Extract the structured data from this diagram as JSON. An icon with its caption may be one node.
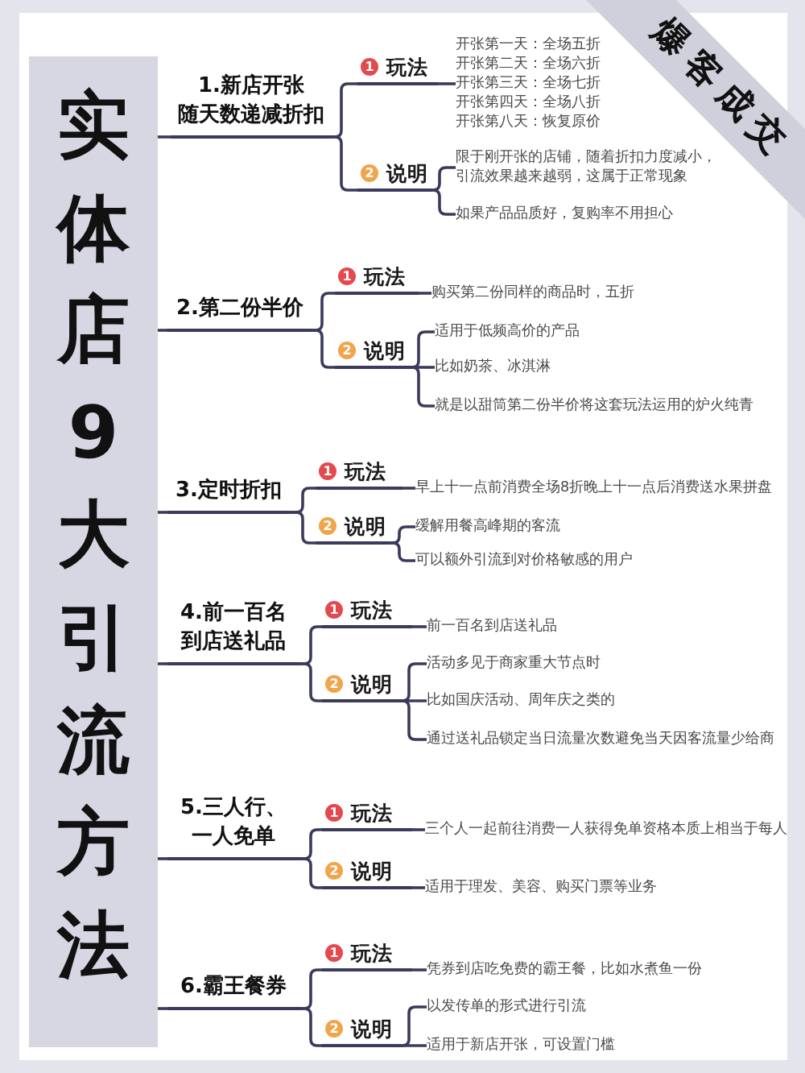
{
  "diagram": {
    "nodes": [
      {
        "text": [
          "实体店9大引流方法"
        ]
      },
      {
        "text": [
          "爆客成交"
        ]
      },
      {
        "text": [
          "1.新店开张随天数递减折扣"
        ]
      },
      {
        "text": [
          "1",
          "玩法"
        ]
      },
      {
        "text": [
          "2",
          "说明"
        ]
      },
      {
        "text": [
          "开张第一天：全场五折",
          "开张第二天：全场六折",
          "开张第三天：全场七折",
          "开张第四天：全场八折",
          "开张第八天：恢复原价"
        ]
      },
      {
        "text": [
          "限于刚开张的店铺，随着折扣力度减小，引流效果越来越弱，这属于正常现象"
        ]
      },
      {
        "text": [
          "如果产品品质好，复购率不用担心"
        ]
      },
      {
        "text": [
          "2.第二份半价"
        ]
      },
      {
        "text": [
          "1",
          "玩法"
        ]
      },
      {
        "text": [
          "2",
          "说明"
        ]
      },
      {
        "text": [
          "购买第二份同样的商品时，五折"
        ]
      },
      {
        "text": [
          "适用于低频高价的产品"
        ]
      },
      {
        "text": [
          "比如奶茶、冰淇淋"
        ]
      },
      {
        "text": [
          "就是以甜筒第二份半价将这套玩法运用的炉火纯青"
        ]
      },
      {
        "text": [
          "3.定时折扣"
        ]
      },
      {
        "text": [
          "1",
          "玩法"
        ]
      },
      {
        "text": [
          "2",
          "说明"
        ]
      },
      {
        "text": [
          "早上十一点前消费全场8折晚上十一点后消费送水果拼盘"
        ]
      },
      {
        "text": [
          "缓解用餐高峰期的客流"
        ]
      },
      {
        "text": [
          "可以额外引流到对价格敏感的用户"
        ]
      },
      {
        "text": [
          "4.前一百名到店送礼品"
        ]
      },
      {
        "text": [
          "1",
          "玩法"
        ]
      },
      {
        "text": [
          "2",
          "说明"
        ]
      },
      {
        "text": [
          "前一百名到店送礼品"
        ]
      },
      {
        "text": [
          "活动多见于商家重大节点时"
        ]
      },
      {
        "text": [
          "比如国庆活动、周年庆之类的"
        ]
      },
      {
        "text": [
          "通过送礼品锁定当日流量次数避免当天因客流量少给商"
        ]
      },
      {
        "text": [
          "5.三人行、一人免单"
        ]
      },
      {
        "text": [
          "1",
          "玩法"
        ]
      },
      {
        "text": [
          "2",
          "说明"
        ]
      },
      {
        "text": [
          "三个人一起前往消费一人获得免单资格本质上相当于每人"
        ]
      },
      {
        "text": [
          "适用于理发、美容、购买门票等业务"
        ]
      },
      {
        "text": [
          "6.霸王餐券"
        ]
      },
      {
        "text": [
          "1",
          "玩法"
        ]
      },
      {
        "text": [
          "2",
          "说明"
        ]
      },
      {
        "text": [
          "凭券到店吃免费的霸王餐，比如水煮鱼一份"
        ]
      },
      {
        "text": [
          "以发传单的形式进行引流"
        ]
      },
      {
        "text": [
          "适用于新店开张，可设置门槛"
        ]
      }
    ],
    "edges": [
      {
        "from": 0,
        "to": 2,
        "arrow": "none"
      },
      {
        "from": 2,
        "to": 3,
        "arrow": "none"
      },
      {
        "from": 2,
        "to": 4,
        "arrow": "none"
      },
      {
        "from": 3,
        "to": 5,
        "arrow": "none"
      },
      {
        "from": 4,
        "to": 6,
        "arrow": "none"
      },
      {
        "from": 4,
        "to": 7,
        "arrow": "none"
      },
      {
        "from": 0,
        "to": 8,
        "arrow": "none"
      },
      {
        "from": 8,
        "to": 9,
        "arrow": "none"
      },
      {
        "from": 8,
        "to": 10,
        "arrow": "none"
      },
      {
        "from": 9,
        "to": 11,
        "arrow": "none"
      },
      {
        "from": 10,
        "to": 12,
        "arrow": "none"
      },
      {
        "from": 10,
        "to": 13,
        "arrow": "none"
      },
      {
        "from": 10,
        "to": 14,
        "arrow": "none"
      },
      {
        "from": 0,
        "to": 15,
        "arrow": "none"
      },
      {
        "from": 15,
        "to": 16,
        "arrow": "none"
      },
      {
        "from": 15,
        "to": 17,
        "arrow": "none"
      },
      {
        "from": 16,
        "to": 18,
        "arrow": "none"
      },
      {
        "from": 17,
        "to": 19,
        "arrow": "none"
      },
      {
        "from": 17,
        "to": 20,
        "arrow": "none"
      },
      {
        "from": 0,
        "to": 21,
        "arrow": "none"
      },
      {
        "from": 21,
        "to": 22,
        "arrow": "none"
      },
      {
        "from": 21,
        "to": 23,
        "arrow": "none"
      },
      {
        "from": 22,
        "to": 24,
        "arrow": "none"
      },
      {
        "from": 23,
        "to": 25,
        "arrow": "none"
      },
      {
        "from": 23,
        "to": 26,
        "arrow": "none"
      },
      {
        "from": 23,
        "to": 27,
        "arrow": "none"
      },
      {
        "from": 0,
        "to": 28,
        "arrow": "none"
      },
      {
        "from": 28,
        "to": 29,
        "arrow": "none"
      },
      {
        "from": 28,
        "to": 30,
        "arrow": "none"
      },
      {
        "from": 29,
        "to": 31,
        "arrow": "none"
      },
      {
        "from": 30,
        "to": 32,
        "arrow": "none"
      },
      {
        "from": 0,
        "to": 33,
        "arrow": "none"
      },
      {
        "from": 33,
        "to": 34,
        "arrow": "none"
      },
      {
        "from": 33,
        "to": 35,
        "arrow": "none"
      },
      {
        "from": 34,
        "to": 36,
        "arrow": "none"
      },
      {
        "from": 35,
        "to": 37,
        "arrow": "none"
      },
      {
        "from": 35,
        "to": 38,
        "arrow": "none"
      }
    ]
  }
}
